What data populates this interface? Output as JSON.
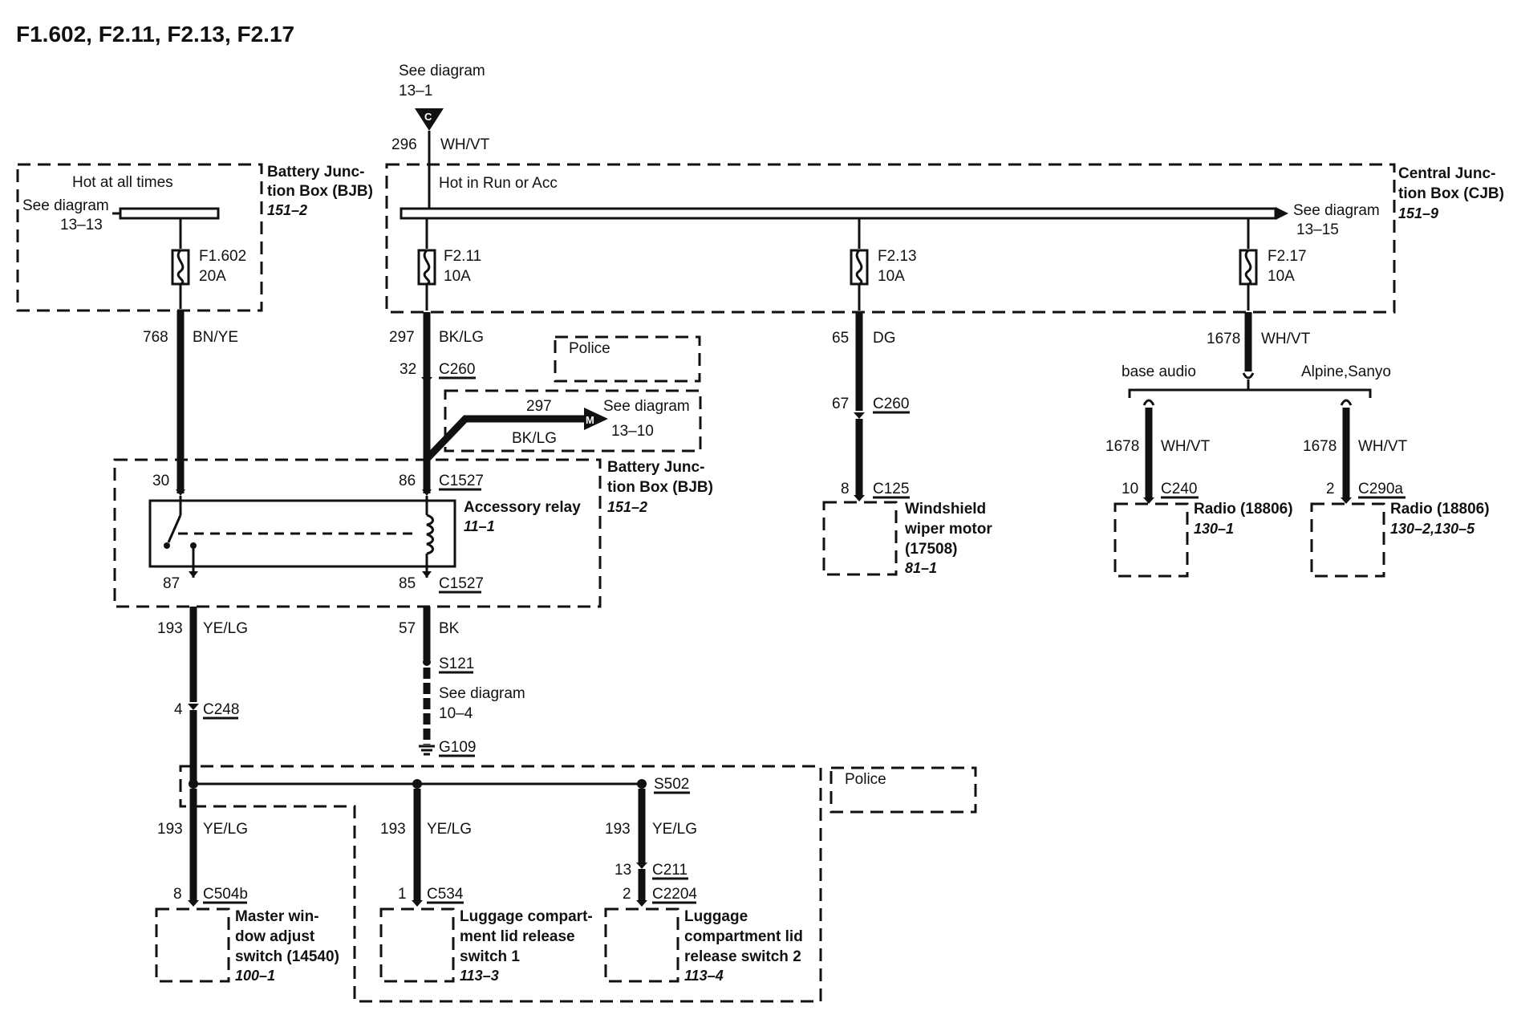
{
  "title": "F1.602, F2.11, F2.13, F2.17",
  "top_feed": {
    "see": "See diagram",
    "ref": "13–1",
    "connector": "C",
    "circuit": "296",
    "color": "WH/VT"
  },
  "bjb_top": {
    "hot_label": "Hot at all times",
    "see": "See diagram",
    "see_ref": "13–13",
    "fuse": "F1.602",
    "amp": "20A",
    "name_line1": "Battery Junc-",
    "name_line2": "tion Box (BJB)",
    "ref": "151–2"
  },
  "cjb": {
    "hot_label": "Hot in Run or Acc",
    "see": "See diagram",
    "see_ref": "13–15",
    "name_line1": "Central Junc-",
    "name_line2": "tion Box (CJB)",
    "ref": "151–9",
    "fuses": [
      {
        "name": "F2.11",
        "amp": "10A"
      },
      {
        "name": "F2.13",
        "amp": "10A"
      },
      {
        "name": "F2.17",
        "amp": "10A"
      }
    ]
  },
  "wires": {
    "w768": {
      "num": "768",
      "color": "BN/YE"
    },
    "w297": {
      "num": "297",
      "color": "BK/LG"
    },
    "c260a": {
      "pin": "32",
      "conn": "C260"
    },
    "w65": {
      "num": "65",
      "color": "DG"
    },
    "c260b": {
      "pin": "67",
      "conn": "C260"
    },
    "c125": {
      "pin": "8",
      "conn": "C125"
    },
    "w1678": {
      "num": "1678",
      "color": "WH/VT"
    },
    "base_audio": "base audio",
    "alpine": "Alpine,Sanyo",
    "w1678a": {
      "num": "1678",
      "color": "WH/VT"
    },
    "w1678b": {
      "num": "1678",
      "color": "WH/VT"
    },
    "c240": {
      "pin": "10",
      "conn": "C240"
    },
    "c290a": {
      "pin": "2",
      "conn": "C290a"
    }
  },
  "police_top": "Police",
  "branch_297": {
    "num": "297",
    "color": "BK/LG",
    "connector": "M",
    "see": "See diagram",
    "ref": "13–10"
  },
  "relay": {
    "pin30": "30",
    "pin86": "86",
    "pin87": "87",
    "pin85": "85",
    "conn_top": "C1527",
    "conn_bot": "C1527",
    "name": "Accessory relay",
    "ref": "11–1",
    "box_line1": "Battery Junc-",
    "box_line2": "tion Box (BJB)",
    "box_ref": "151–2"
  },
  "ground": {
    "num": "57",
    "color": "BK",
    "splice": "S121",
    "see": "See diagram",
    "ref": "10–4",
    "g": "G109"
  },
  "left_feed": {
    "num": "193",
    "color": "YE/LG",
    "pin": "4",
    "conn": "C248"
  },
  "police_bottom": "Police",
  "s502": "S502",
  "components": {
    "wiper": {
      "line1": "Windshield",
      "line2": "wiper motor",
      "line3": "(17508)",
      "ref": "81–1"
    },
    "radio1": {
      "name": "Radio (18806)",
      "ref": "130–1"
    },
    "radio2": {
      "name": "Radio (18806)",
      "ref": "130–2,130–5"
    },
    "master": {
      "line1": "Master win-",
      "line2": "dow adjust",
      "line3": "switch (14540)",
      "ref": "100–1",
      "num": "193",
      "color": "YE/LG",
      "pin": "8",
      "conn": "C504b"
    },
    "lug1": {
      "line1": "Luggage compart-",
      "line2": "ment lid release",
      "line3": "switch 1",
      "ref": "113–3",
      "num": "193",
      "color": "YE/LG",
      "pin": "1",
      "conn": "C534"
    },
    "lug2": {
      "line1": "Luggage",
      "line2": "compartment lid",
      "line3": "release switch 2",
      "ref": "113–4",
      "num": "193",
      "color": "YE/LG",
      "pin13": "13",
      "conn211": "C211",
      "pin": "2",
      "conn": "C2204"
    }
  }
}
